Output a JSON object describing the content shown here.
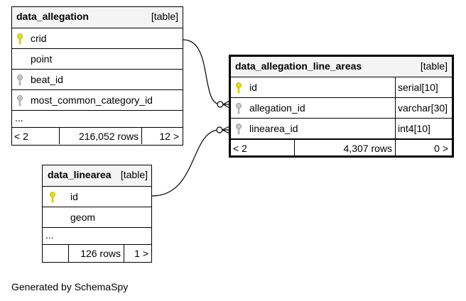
{
  "tables": {
    "allegation": {
      "name": "data_allegation",
      "kind": "[table]",
      "columns": [
        {
          "name": "crid",
          "key": "primary-key"
        },
        {
          "name": "point",
          "key": "none"
        },
        {
          "name": "beat_id",
          "key": "foreign-key"
        },
        {
          "name": "most_common_category_id",
          "key": "foreign-key"
        }
      ],
      "ellipsis": "...",
      "footer": {
        "parents": "< 2",
        "rows": "216,052 rows",
        "children": "12 >"
      }
    },
    "line_areas": {
      "name": "data_allegation_line_areas",
      "kind": "[table]",
      "columns": [
        {
          "name": "id",
          "type": "serial[10]",
          "key": "primary-key"
        },
        {
          "name": "allegation_id",
          "type": "varchar[30]",
          "key": "foreign-key"
        },
        {
          "name": "linearea_id",
          "type": "int4[10]",
          "key": "foreign-key"
        }
      ],
      "footer": {
        "parents": "< 2",
        "rows": "4,307 rows",
        "children": "0 >"
      }
    },
    "linearea": {
      "name": "data_linearea",
      "kind": "[table]",
      "columns": [
        {
          "name": "id",
          "key": "primary-key"
        },
        {
          "name": "geom",
          "key": "none"
        }
      ],
      "ellipsis": "...",
      "footer": {
        "rows": "126 rows",
        "children": "1 >"
      }
    }
  },
  "colors": {
    "primary_key": "#e8e000",
    "foreign_key": "#a8a8a8",
    "header_bg": "#f4f4f4"
  },
  "generated_by": "Generated by SchemaSpy"
}
